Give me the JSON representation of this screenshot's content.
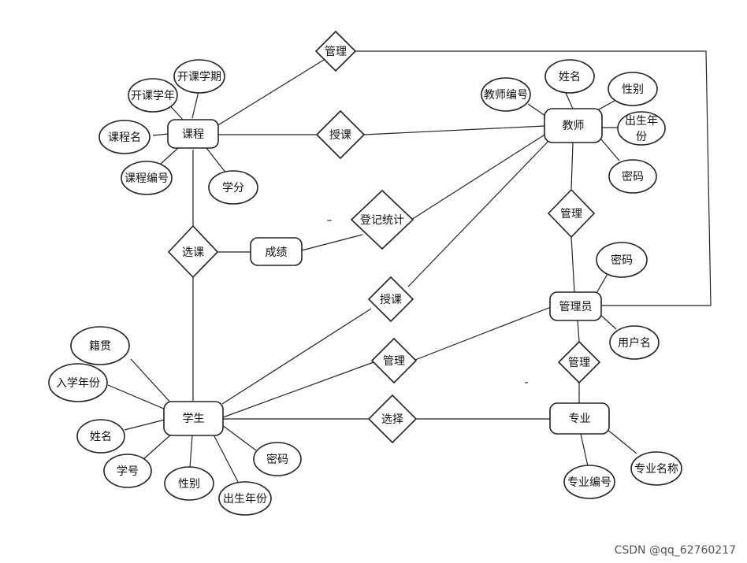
{
  "entities": {
    "course": "课程",
    "teacher": "教师",
    "student": "学生",
    "admin": "管理员",
    "major": "专业",
    "grade": "成绩"
  },
  "relationships": {
    "manage_top": "管理",
    "teach_course": "授课",
    "select_course": "选课",
    "register_stats": "登记统计",
    "teach_student": "授课",
    "manage_student": "管理",
    "choose_major": "选择",
    "admin_manage_teacher": "管理",
    "admin_manage_major": "管理"
  },
  "attributes": {
    "course_term": "开课学期",
    "course_year": "开课学年",
    "course_name": "课程名",
    "course_id": "课程编号",
    "course_credit": "学分",
    "teacher_id": "教师编号",
    "teacher_name": "姓名",
    "teacher_gender": "性别",
    "teacher_birth_line1": "出生年",
    "teacher_birth_line2": "份",
    "teacher_password": "密码",
    "admin_password": "密码",
    "admin_username": "用户名",
    "major_id": "专业编号",
    "major_name": "专业名称",
    "student_native": "籍贯",
    "student_enroll_year": "入学年份",
    "student_name": "姓名",
    "student_number": "学号",
    "student_gender": "性别",
    "student_birth": "出生年份",
    "student_password": "密码"
  },
  "marks": {
    "dash_upper": "–",
    "dash_lower": "-"
  },
  "watermark": "CSDN @qq_62760217"
}
